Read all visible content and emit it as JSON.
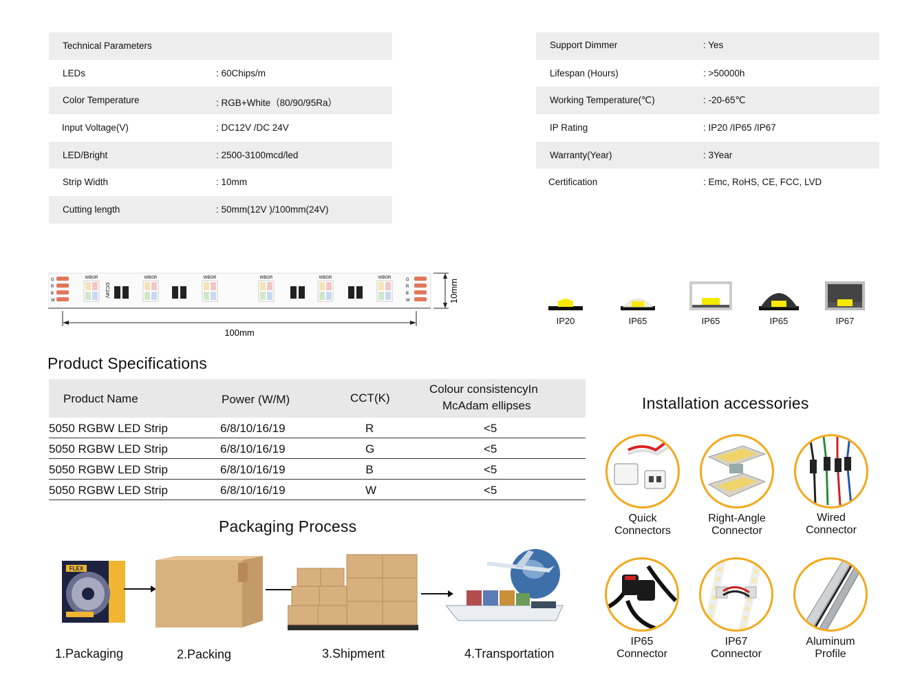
{
  "tech_left": [
    {
      "key": "Technical Parameters",
      "value": ""
    },
    {
      "key": "LEDs",
      "value": ": 60Chips/m"
    },
    {
      "key": "Color Temperature",
      "value": ": RGB+White（80/90/95Ra）"
    },
    {
      "key": "Input Voltage(V)",
      "value": ": DC12V /DC 24V"
    },
    {
      "key": "LED/Bright",
      "value": ": 2500-3100mcd/led"
    },
    {
      "key": "Strip Width",
      "value": ": 10mm"
    },
    {
      "key": "Cutting length",
      "value": ": 50mm(12V )/100mm(24V)"
    }
  ],
  "tech_right": [
    {
      "key": "Support Dimmer",
      "value": ": Yes"
    },
    {
      "key": "Lifespan (Hours)",
      "value": ": >50000h"
    },
    {
      "key": "Working Temperature(℃)",
      "value": ": -20-65℃"
    },
    {
      "key": "IP Rating",
      "value": ": IP20 /IP65 /IP67"
    },
    {
      "key": "Warranty(Year)",
      "value": ": 3Year"
    },
    {
      "key": "Certification",
      "value": ": Emc, RoHS, CE, FCC, LVD"
    }
  ],
  "strip": {
    "length_label": "100mm",
    "width_label": "10mm",
    "voltage_mark": "DC24V",
    "chip_label": "WBGR",
    "pad_letters": [
      "G",
      "R",
      "B",
      "W"
    ]
  },
  "ip_profiles": [
    "IP20",
    "IP65",
    "IP65",
    "IP65",
    "IP67"
  ],
  "product_specs": {
    "title": "Product Specifications",
    "headers": [
      "Product Name",
      "Power (W/M)",
      "CCT(K)",
      "Colour consistencyIn",
      "McAdam ellipses"
    ],
    "rows": [
      [
        "5050 RGBW LED Strip",
        "6/8/10/16/19",
        "R",
        "<5"
      ],
      [
        "5050 RGBW LED Strip",
        "6/8/10/16/19",
        "G",
        "<5"
      ],
      [
        "5050 RGBW LED Strip",
        "6/8/10/16/19",
        "B",
        "<5"
      ],
      [
        "5050 RGBW LED Strip",
        "6/8/10/16/19",
        "W",
        "<5"
      ]
    ]
  },
  "packaging": {
    "title": "Packaging Process",
    "steps": [
      "1.Packaging",
      "2.Packing",
      "3.Shipment",
      "4.Transportation"
    ],
    "box_brand": "FLEX"
  },
  "accessories": {
    "title": "Installation accessories",
    "items": [
      {
        "line1": "Quick",
        "line2": "Connectors",
        "icon": "quick-connector-icon"
      },
      {
        "line1": "Right-Angle",
        "line2": "Connector",
        "icon": "right-angle-connector-icon"
      },
      {
        "line1": "Wired",
        "line2": "Connector",
        "icon": "wired-connector-icon"
      },
      {
        "line1": "IP65",
        "line2": "Connector",
        "icon": "ip65-connector-icon"
      },
      {
        "line1": "IP67",
        "line2": "Connector",
        "icon": "ip67-connector-icon"
      },
      {
        "line1": "Aluminum",
        "line2": "Profile",
        "icon": "aluminum-profile-icon"
      }
    ]
  },
  "colors": {
    "row_shade": "#ededed",
    "accent_orange": "#f3a81c",
    "led_yellow": "#f5ea00"
  }
}
